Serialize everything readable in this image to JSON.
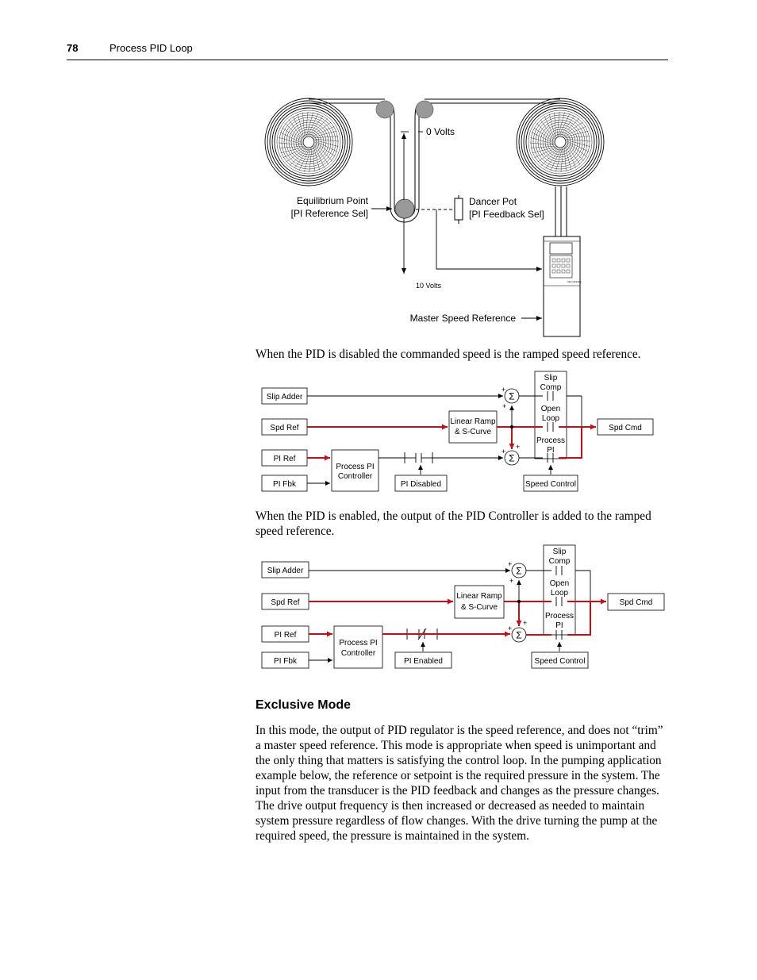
{
  "header": {
    "page_number": "78",
    "section_title": "Process PID Loop"
  },
  "figure1": {
    "zero_volts": "0 Volts",
    "ten_volts": "10 Volts",
    "equilibrium_line1": "Equilibrium Point",
    "equilibrium_line2": "[PI Reference Sel]",
    "dancer_line1": "Dancer Pot",
    "dancer_line2": "[PI Feedback Sel]",
    "master_speed": "Master Speed Reference"
  },
  "para1": "When the PID is disabled the commanded speed is the ramped speed reference.",
  "diagram1": {
    "slip_adder": "Slip Adder",
    "spd_ref": "Spd Ref",
    "pi_ref": "PI Ref",
    "pi_fbk": "PI Fbk",
    "process_pi_1": "Process PI",
    "process_pi_2": "Controller",
    "linear_ramp_1": "Linear Ramp",
    "linear_ramp_2": "& S-Curve",
    "pi_switch": "PI Disabled",
    "slip_comp_1": "Slip",
    "slip_comp_2": "Comp",
    "open_loop_1": "Open",
    "open_loop_2": "Loop",
    "proc_pi_1": "Process",
    "proc_pi_2": "PI",
    "speed_control": "Speed Control",
    "spd_cmd": "Spd Cmd",
    "plus": "+",
    "sigma": "Σ"
  },
  "para2": "When the PID is enabled, the output of the PID Controller is added to the ramped speed reference.",
  "diagram2": {
    "slip_adder": "Slip Adder",
    "spd_ref": "Spd Ref",
    "pi_ref": "PI Ref",
    "pi_fbk": "PI Fbk",
    "process_pi_1": "Process PI",
    "process_pi_2": "Controller",
    "linear_ramp_1": "Linear Ramp",
    "linear_ramp_2": "& S-Curve",
    "pi_switch": "PI Enabled",
    "slip_comp_1": "Slip",
    "slip_comp_2": "Comp",
    "open_loop_1": "Open",
    "open_loop_2": "Loop",
    "proc_pi_1": "Process",
    "proc_pi_2": "PI",
    "speed_control": "Speed Control",
    "spd_cmd": "Spd Cmd",
    "plus": "+",
    "sigma": "Σ"
  },
  "section_heading": "Exclusive Mode",
  "para3": "In this mode, the output of PID regulator is the speed reference, and does not “trim” a master speed reference. This mode is appropriate when speed is unimportant and the only thing that matters is satisfying the control loop. In the pumping application example below, the reference or setpoint is the required pressure in the system. The input from the transducer is the PID feedback and changes as the pressure changes. The drive output frequency is then increased or decreased as needed to maintain system pressure regardless of flow changes. With the drive turning the pump at the required speed, the pressure is maintained in the system.",
  "colors": {
    "signal_path": "#c0101a",
    "roller": "#999999"
  }
}
